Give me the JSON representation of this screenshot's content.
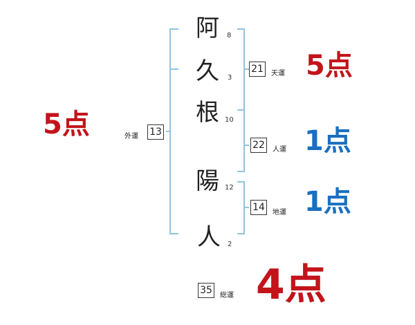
{
  "name_chars": [
    {
      "char": "阿",
      "strokes": "8"
    },
    {
      "char": "久",
      "strokes": "3"
    },
    {
      "char": "根",
      "strokes": "10"
    },
    {
      "char": "陽",
      "strokes": "12"
    },
    {
      "char": "人",
      "strokes": "2"
    }
  ],
  "fortunes": {
    "tenkaku": {
      "value": "21",
      "label": "天運",
      "score": "5点"
    },
    "jinkaku": {
      "value": "22",
      "label": "人運",
      "score": "1点"
    },
    "chikaku": {
      "value": "14",
      "label": "地運",
      "score": "1点"
    },
    "gaikaku": {
      "value": "13",
      "label": "外運",
      "score": "5点"
    },
    "soukaku": {
      "value": "35",
      "label": "総運",
      "score": "4点"
    }
  },
  "colors": {
    "bracket": "#8fc4e0",
    "good": "#c3141b",
    "bad": "#1a6fc0"
  }
}
